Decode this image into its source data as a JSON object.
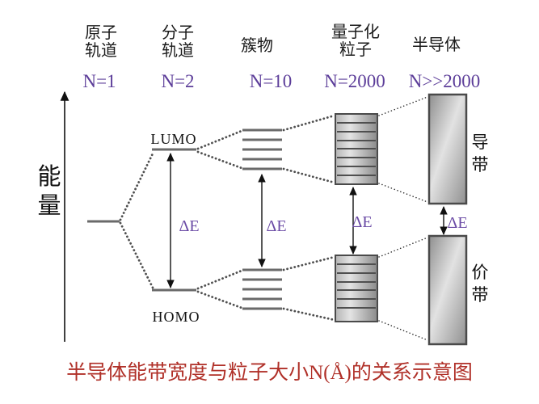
{
  "colors": {
    "purple_accent": "#5c3d99",
    "level_line_gray": "#6a6a6a",
    "title_red": "#b03028",
    "box_border_gray": "#4a4a4a"
  },
  "axis": {
    "label_line1": "能",
    "label_line2": "量"
  },
  "columns": [
    {
      "header_line1": "原子",
      "header_line2": "轨道",
      "n_label": "N=1"
    },
    {
      "header_line1": "分子",
      "header_line2": "轨道",
      "n_label": "N=2"
    },
    {
      "header_line1": "簇物",
      "header_line2": "",
      "n_label": "N=10"
    },
    {
      "header_line1": "量子化",
      "header_line2": "粒子",
      "n_label": "N=2000"
    },
    {
      "header_line1": "半导体",
      "header_line2": "",
      "n_label": "N>>2000"
    }
  ],
  "labels": {
    "lumo": "LUMO",
    "homo": "HOMO",
    "delta_e": "ΔE",
    "conduction_band_line1": "导",
    "conduction_band_line2": "带",
    "valence_band_line1": "价",
    "valence_band_line2": "带"
  },
  "title": "半导体能带宽度与粒子大小N(Å)的关系示意图"
}
